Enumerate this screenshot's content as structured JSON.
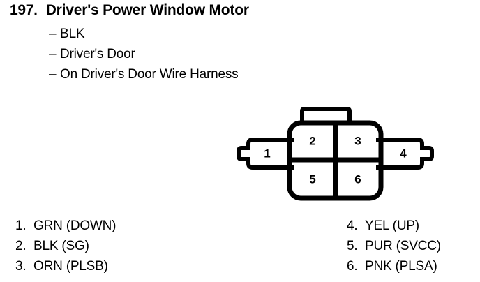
{
  "header": {
    "item_number": "197.",
    "title": "Driver's Power Window Motor",
    "dash": "–",
    "bullets": [
      "BLK",
      "Driver's Door",
      "On Driver's Door Wire Harness"
    ]
  },
  "connector": {
    "name": "6-pin window motor connector",
    "pins": [
      {
        "number": "1",
        "position": "left-wing"
      },
      {
        "number": "2",
        "position": "center-top-left"
      },
      {
        "number": "3",
        "position": "center-top-right"
      },
      {
        "number": "4",
        "position": "right-wing"
      },
      {
        "number": "5",
        "position": "center-bottom-left"
      },
      {
        "number": "6",
        "position": "center-bottom-right"
      }
    ],
    "line_color": "#000000",
    "fill_color": "#ffffff"
  },
  "legend": {
    "left": [
      {
        "index": "1.",
        "text": "GRN (DOWN)"
      },
      {
        "index": "2.",
        "text": "BLK (SG)"
      },
      {
        "index": "3.",
        "text": "ORN (PLSB)"
      }
    ],
    "right": [
      {
        "index": "4.",
        "text": "YEL (UP)"
      },
      {
        "index": "5.",
        "text": "PUR (SVCC)"
      },
      {
        "index": "6.",
        "text": "PNK (PLSA)"
      }
    ]
  }
}
